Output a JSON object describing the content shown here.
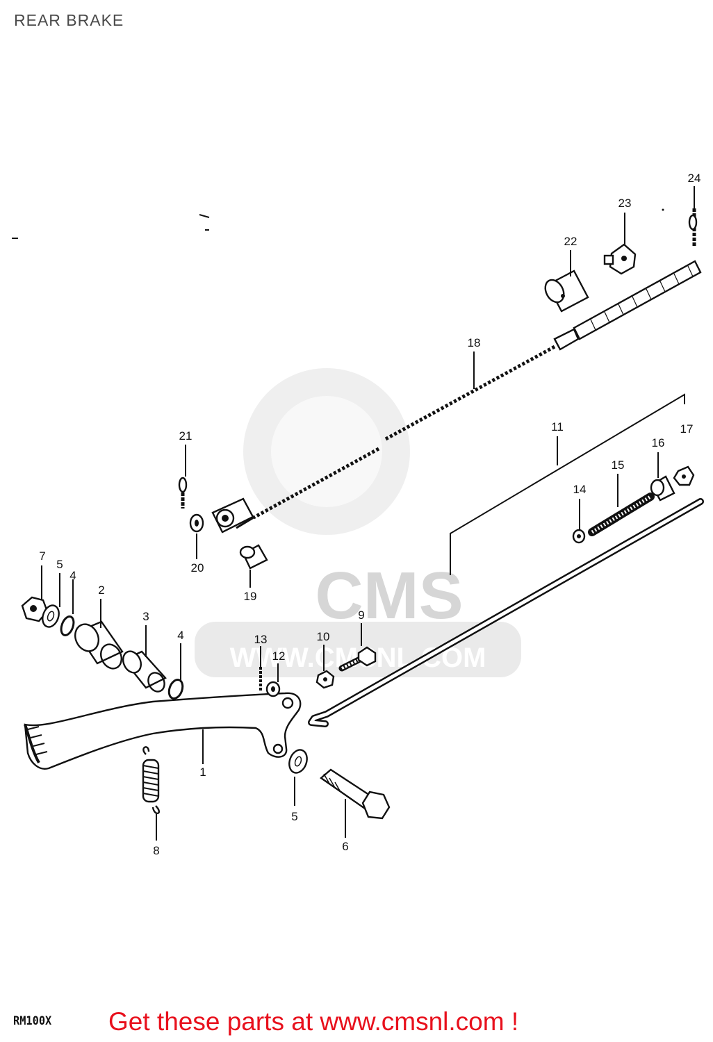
{
  "header": {
    "title": "REAR BRAKE"
  },
  "footer": {
    "model_code": "RM100X",
    "promo_text": "Get these parts at www.cmsnl.com !"
  },
  "watermark": {
    "logo_text": "CMS",
    "url_text": "WWW.CMSNL.COM"
  },
  "colors": {
    "promo": "#e8101c",
    "line": "#111111",
    "watermark": "#d6d6d6"
  },
  "callouts": [
    "1",
    "2",
    "3",
    "4",
    "4",
    "5",
    "5",
    "6",
    "7",
    "8",
    "9",
    "10",
    "11",
    "12",
    "13",
    "14",
    "15",
    "16",
    "17",
    "18",
    "19",
    "20",
    "21",
    "22",
    "23",
    "24"
  ]
}
